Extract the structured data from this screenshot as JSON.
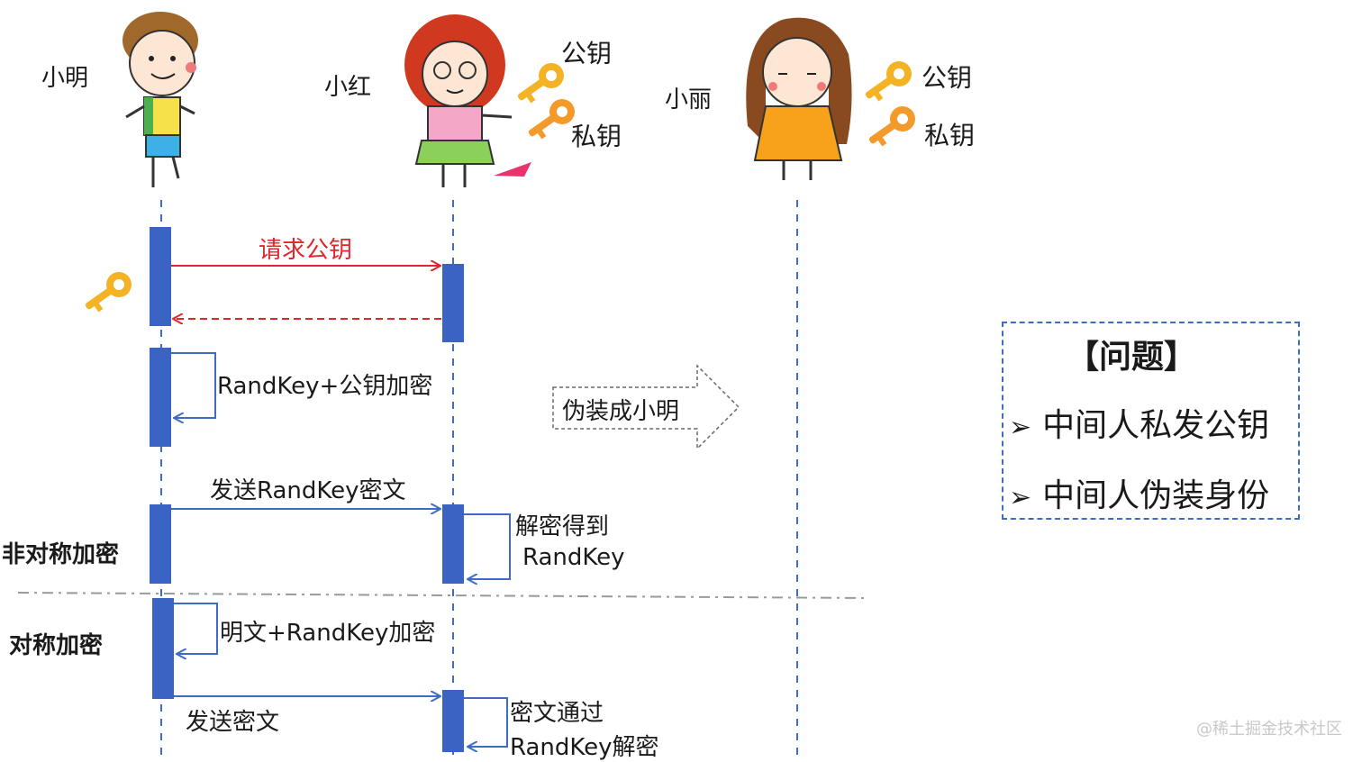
{
  "actors": {
    "xiaoming": "小明",
    "xiaohong": "小红",
    "xiaoli": "小丽"
  },
  "keys": {
    "hong_public": "公钥",
    "hong_private": "私钥",
    "li_public": "公钥",
    "li_private": "私钥"
  },
  "messages": {
    "request_public_key": "请求公钥",
    "randkey_encrypt": "RandKey+公钥加密",
    "send_randkey_cipher": "发送RandKey密文",
    "decrypt_get_1": "解密得到",
    "decrypt_get_2": "RandKey",
    "plaintext_encrypt": "明文+RandKey加密",
    "send_cipher": "发送密文",
    "cipher_via_1": "密文通过",
    "cipher_via_2": "RandKey解密"
  },
  "disguise": "伪装成小明",
  "sections": {
    "asymmetric": "非对称加密",
    "symmetric": "对称加密"
  },
  "problems": {
    "title": "【问题】",
    "items": [
      "中间人私发公钥",
      "中间人伪装身份"
    ]
  },
  "watermark": "@稀土掘金技术社区",
  "colors": {
    "lifeline": "#3e6bc4",
    "activation": "#3a63c4",
    "request_arrow": "#e0262a",
    "key_gold": "#f4b324",
    "key_orange": "#f39a2b"
  }
}
